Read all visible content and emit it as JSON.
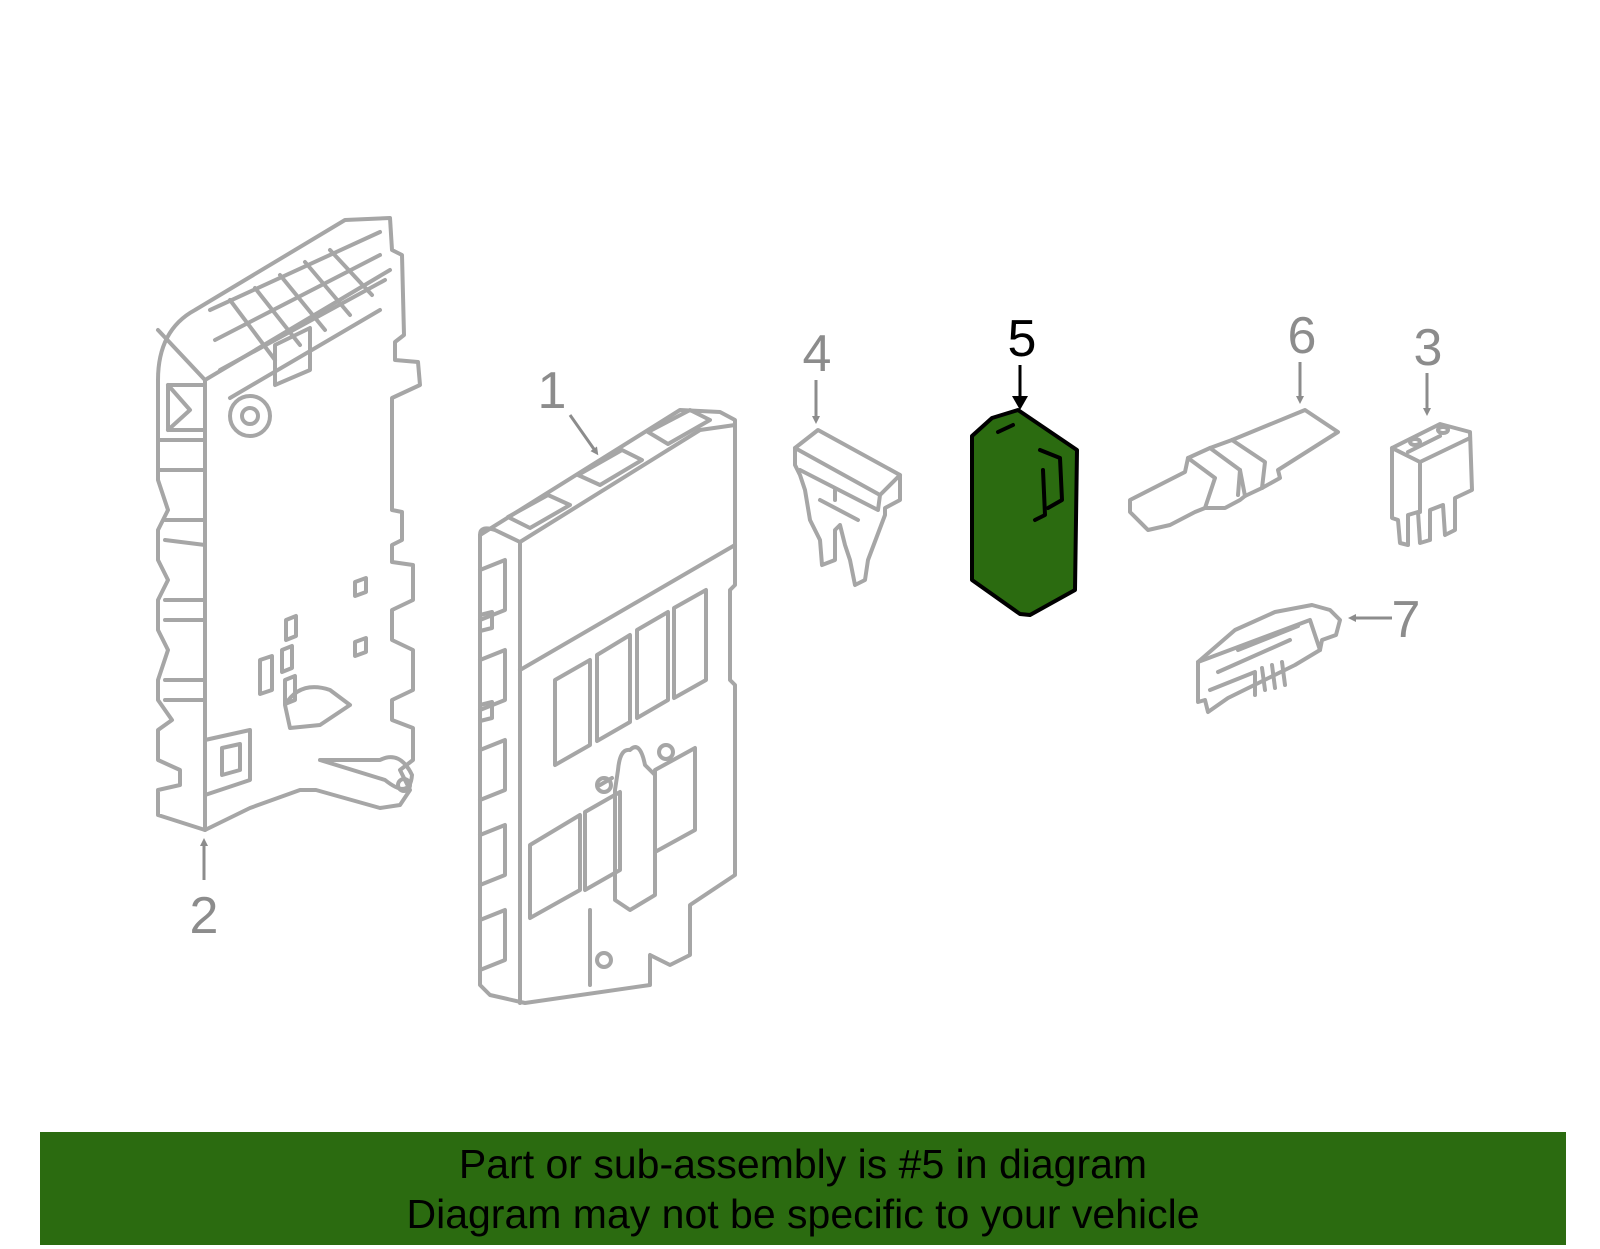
{
  "diagram": {
    "highlight_part": "5",
    "colors": {
      "line": "#a6a6a6",
      "highlight_fill": "#2b6b10",
      "highlight_stroke": "#000000",
      "banner_bg": "#2b6b10",
      "text": "#000000"
    },
    "callouts": [
      "1",
      "2",
      "3",
      "4",
      "5",
      "6",
      "7"
    ]
  },
  "banner": {
    "line1": "Part or sub-assembly is #5 in diagram",
    "line2": "Diagram may not be specific to your vehicle"
  }
}
